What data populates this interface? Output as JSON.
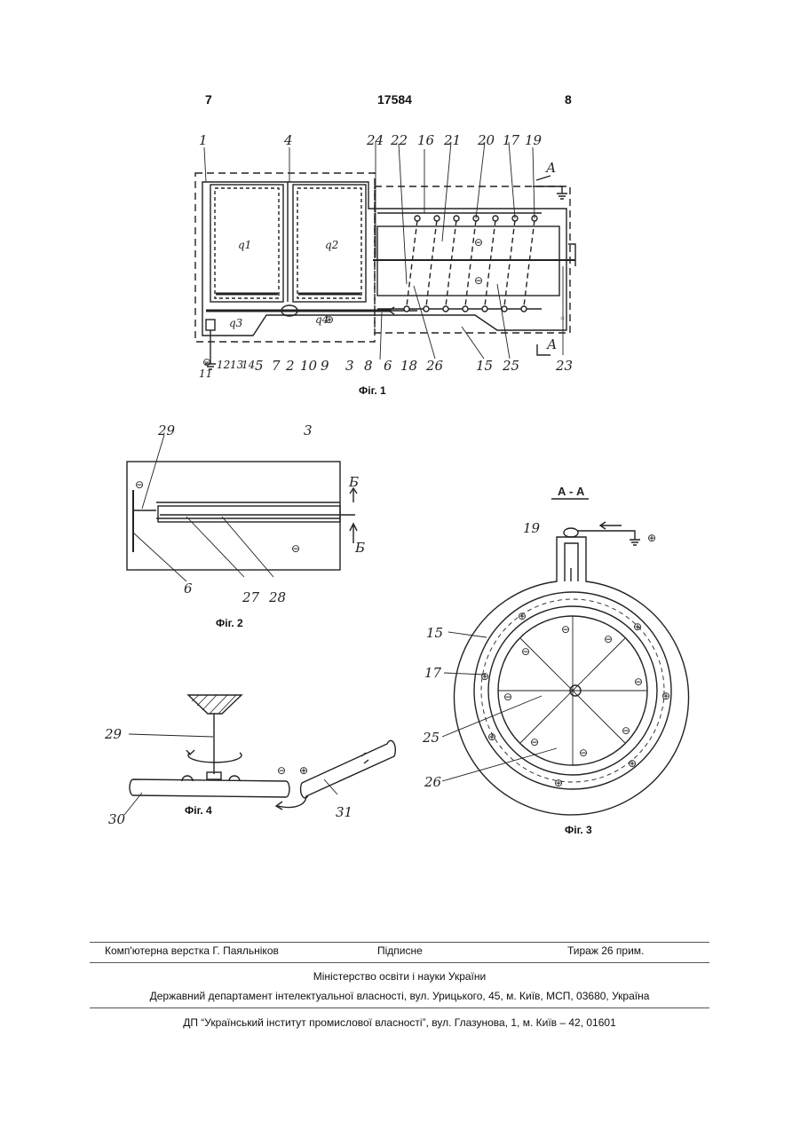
{
  "header": {
    "page_left": "7",
    "patent_number": "17584",
    "page_right": "8"
  },
  "figures": {
    "fig1_caption": "Фіг. 1",
    "fig2_caption": "Фіг. 2",
    "fig3_caption": "Фіг. 3",
    "fig4_caption": "Фіг. 4",
    "section_label": "А - А",
    "fig1_labels": [
      "1",
      "4",
      "24",
      "22",
      "16",
      "21",
      "20",
      "17",
      "19",
      "А",
      "q1",
      "q2",
      "q3",
      "q4",
      "11",
      "12",
      "13",
      "14",
      "5",
      "7",
      "2",
      "10",
      "9",
      "3",
      "8",
      "6",
      "18",
      "26",
      "15",
      "25",
      "23",
      "А"
    ],
    "fig2_labels": [
      "29",
      "3",
      "Б",
      "Б",
      "6",
      "27",
      "28"
    ],
    "fig3_labels": [
      "19",
      "15",
      "17",
      "25",
      "26"
    ],
    "fig4_labels": [
      "29",
      "30",
      "31"
    ]
  },
  "footer": {
    "layout_credit": "Комп'ютерна верстка Г. Паяльніков",
    "signed": "Підписне",
    "print_run": "Тираж 26 прим.",
    "ministry": "Міністерство освіти і науки України",
    "department": "Державний департамент інтелектуальної власності, вул. Урицького, 45, м. Київ, МСП, 03680, Україна",
    "institute": "ДП “Український інститут промислової власності”, вул. Глазунова, 1, м. Київ – 42, 01601"
  }
}
